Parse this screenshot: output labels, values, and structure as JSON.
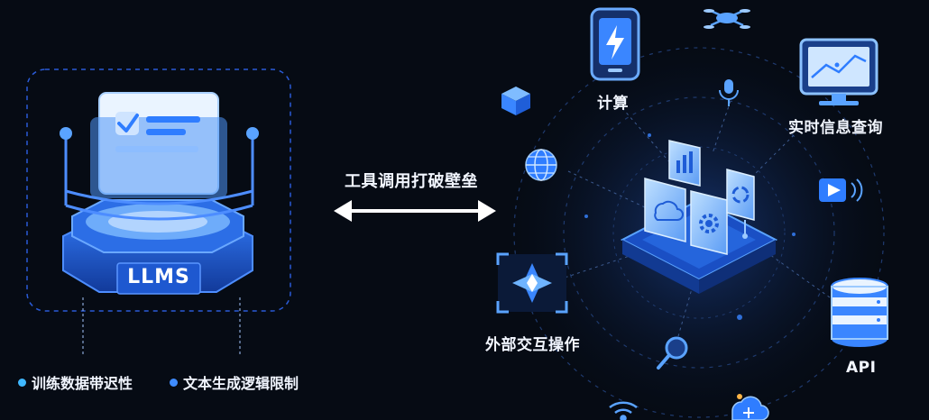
{
  "llm_box": {
    "label": "LLMS",
    "limitations": [
      {
        "text": "训练数据带迟性",
        "color": "#3fb8ff"
      },
      {
        "text": "文本生成逻辑限制",
        "color": "#3f8cff"
      }
    ]
  },
  "connector": {
    "label": "工具调用打破壁垒"
  },
  "tools": {
    "compute": "计算",
    "realtime": "实时信息查询",
    "external": "外部交互操作",
    "api": "API"
  },
  "icons": [
    "phone-lightning-icon",
    "drone-icon",
    "monitor-chart-icon",
    "cube-icon",
    "microphone-icon",
    "globe-icon",
    "play-sound-icon",
    "target-star-icon",
    "database-icon",
    "magnifier-icon",
    "wifi-icon",
    "cloud-plus-icon"
  ],
  "colors": {
    "background": "#060b14",
    "accent": "#2f7dff",
    "accent_light": "#5aa3ff",
    "panel_border": "#2a5bd7"
  }
}
